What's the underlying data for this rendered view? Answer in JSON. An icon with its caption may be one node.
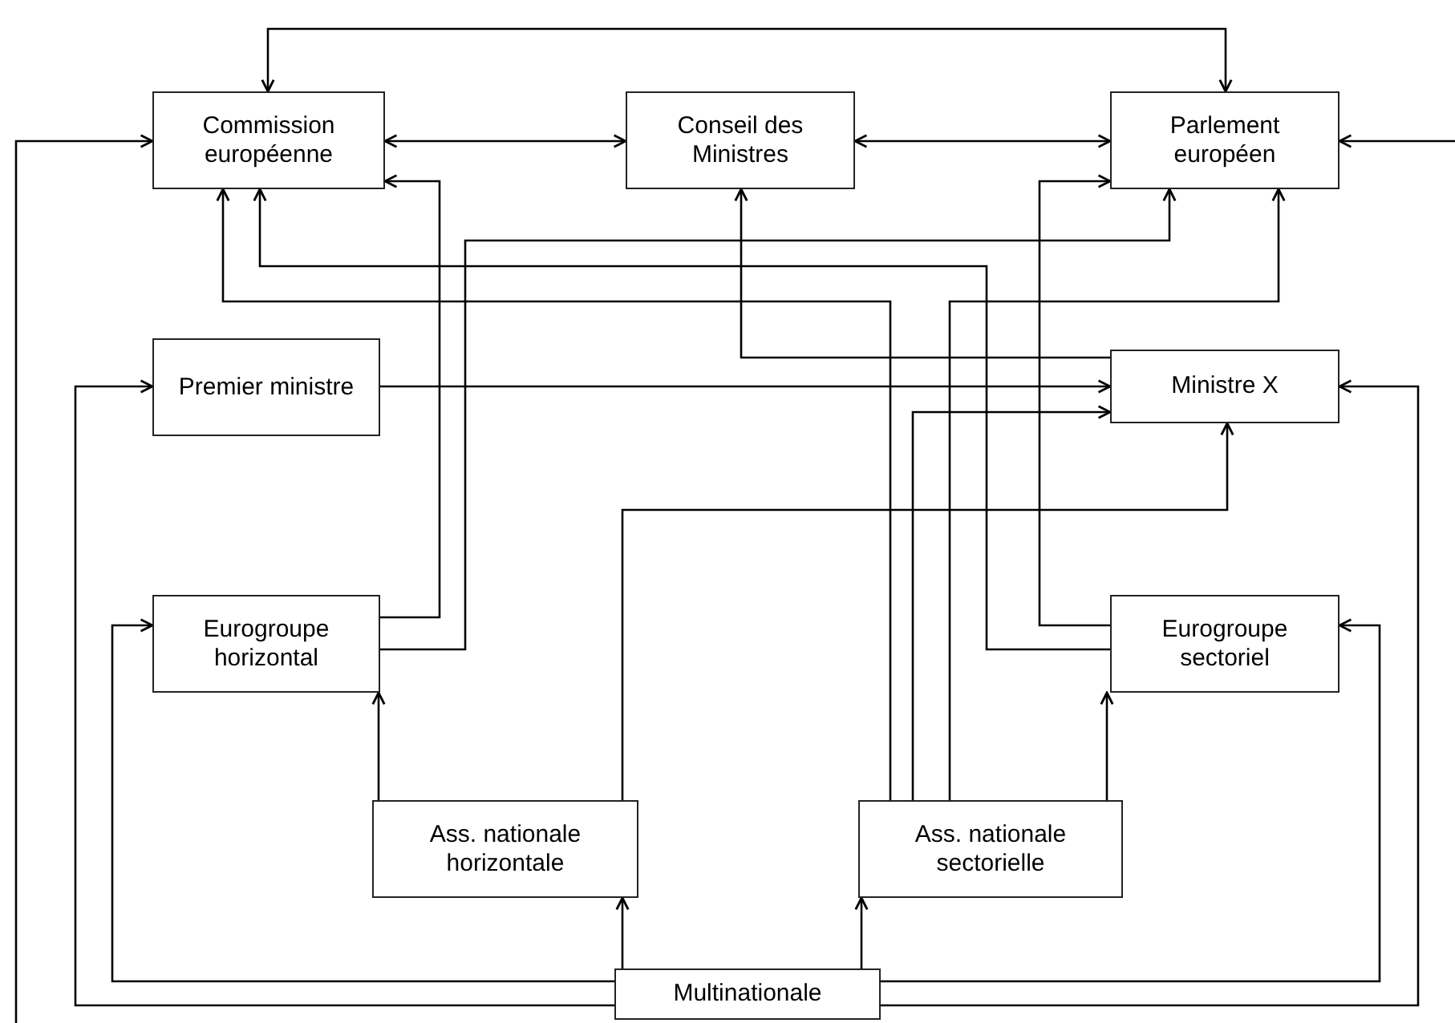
{
  "diagram": {
    "nodes": [
      {
        "text": [
          "Commission européenne"
        ]
      },
      {
        "text": [
          "Conseil des Ministres"
        ]
      },
      {
        "text": [
          "Parlement européen"
        ]
      },
      {
        "text": [
          "Premier ministre"
        ]
      },
      {
        "text": [
          "Ministre X"
        ]
      },
      {
        "text": [
          "Eurogroupe horizontal"
        ]
      },
      {
        "text": [
          "Eurogroupe sectoriel"
        ]
      },
      {
        "text": [
          "Ass. nationale horizontale"
        ]
      },
      {
        "text": [
          "Ass. nationale sectorielle"
        ]
      },
      {
        "text": [
          "Multinationale"
        ]
      }
    ],
    "edges": [
      {
        "from": 0,
        "to": 1,
        "arrow": "both"
      },
      {
        "from": 1,
        "to": 2,
        "arrow": "both"
      },
      {
        "from": 0,
        "to": 2,
        "arrow": "both"
      },
      {
        "from": null,
        "to": 0,
        "arrow": "to"
      },
      {
        "from": null,
        "to": 2,
        "arrow": "to"
      },
      {
        "from": 3,
        "to": 4,
        "arrow": "to"
      },
      {
        "from": 4,
        "to": 1,
        "arrow": "to"
      },
      {
        "from": 5,
        "to": 0,
        "arrow": "to"
      },
      {
        "from": 5,
        "to": 2,
        "arrow": "to"
      },
      {
        "from": 6,
        "to": 0,
        "arrow": "to"
      },
      {
        "from": 6,
        "to": 2,
        "arrow": "to"
      },
      {
        "from": 7,
        "to": 5,
        "arrow": "to"
      },
      {
        "from": 7,
        "to": 4,
        "arrow": "to"
      },
      {
        "from": 8,
        "to": 6,
        "arrow": "to"
      },
      {
        "from": 8,
        "to": 0,
        "arrow": "to"
      },
      {
        "from": 8,
        "to": 2,
        "arrow": "to"
      },
      {
        "from": 8,
        "to": 4,
        "arrow": "to"
      },
      {
        "from": 9,
        "to": 7,
        "arrow": "to"
      },
      {
        "from": 9,
        "to": 8,
        "arrow": "to"
      },
      {
        "from": 9,
        "to": 5,
        "arrow": "to"
      },
      {
        "from": 9,
        "to": 6,
        "arrow": "to"
      },
      {
        "from": 9,
        "to": 3,
        "arrow": "to"
      },
      {
        "from": 9,
        "to": 4,
        "arrow": "to"
      }
    ]
  }
}
